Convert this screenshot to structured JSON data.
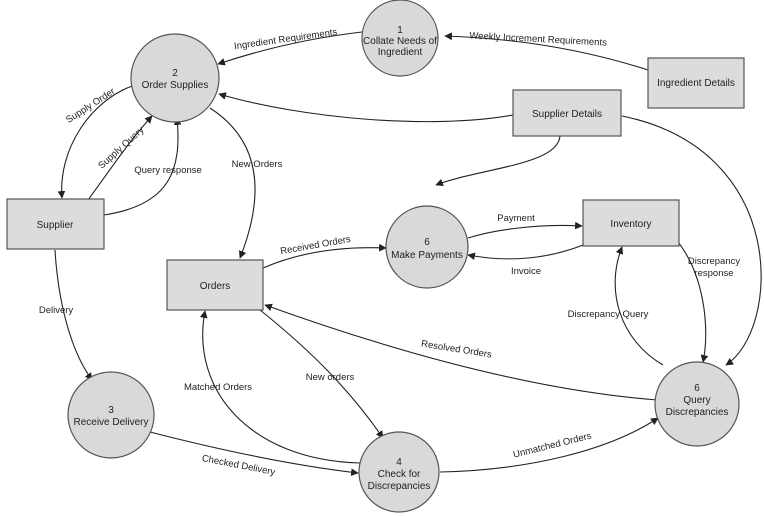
{
  "diagram": {
    "processes": {
      "p1": {
        "num": "1",
        "lines": [
          "Collate Needs of",
          "Ingredient"
        ]
      },
      "p2": {
        "num": "2",
        "lines": [
          "Order Supplies"
        ]
      },
      "p3": {
        "num": "3",
        "lines": [
          "Receive Delivery"
        ]
      },
      "p4": {
        "num": "4",
        "lines": [
          "Check for",
          "Discrepancies"
        ]
      },
      "p6a": {
        "num": "6",
        "lines": [
          "Make Payments"
        ]
      },
      "p6b": {
        "num": "6",
        "lines": [
          "Query",
          "Discrepancies"
        ]
      }
    },
    "stores": {
      "ingredient_details": "Ingredient Details",
      "supplier_details": "Supplier Details",
      "supplier": "Supplier",
      "orders": "Orders",
      "inventory": "Inventory"
    },
    "flows": {
      "weekly_increment": "Weekly Increment Requirements",
      "ingredient_requirements": "Ingredient Requirements",
      "supply_order": "Supply Order",
      "supply_query": "Supply Query",
      "query_response": "Query response",
      "new_orders_1": "New Orders",
      "delivery": "Delivery",
      "received_orders": "Received Orders",
      "payment": "Payment",
      "invoice": "Invoice",
      "discrepancy_response": [
        "Discrepancy",
        "response"
      ],
      "discrepancy_query": "Discrepancy Query",
      "resolved_orders": "Resolved Orders",
      "matched_orders": "Matched Orders",
      "new_orders_2": "New orders",
      "checked_delivery": "Checked Delivery",
      "unmatched_orders": "Unmatched Orders"
    }
  }
}
